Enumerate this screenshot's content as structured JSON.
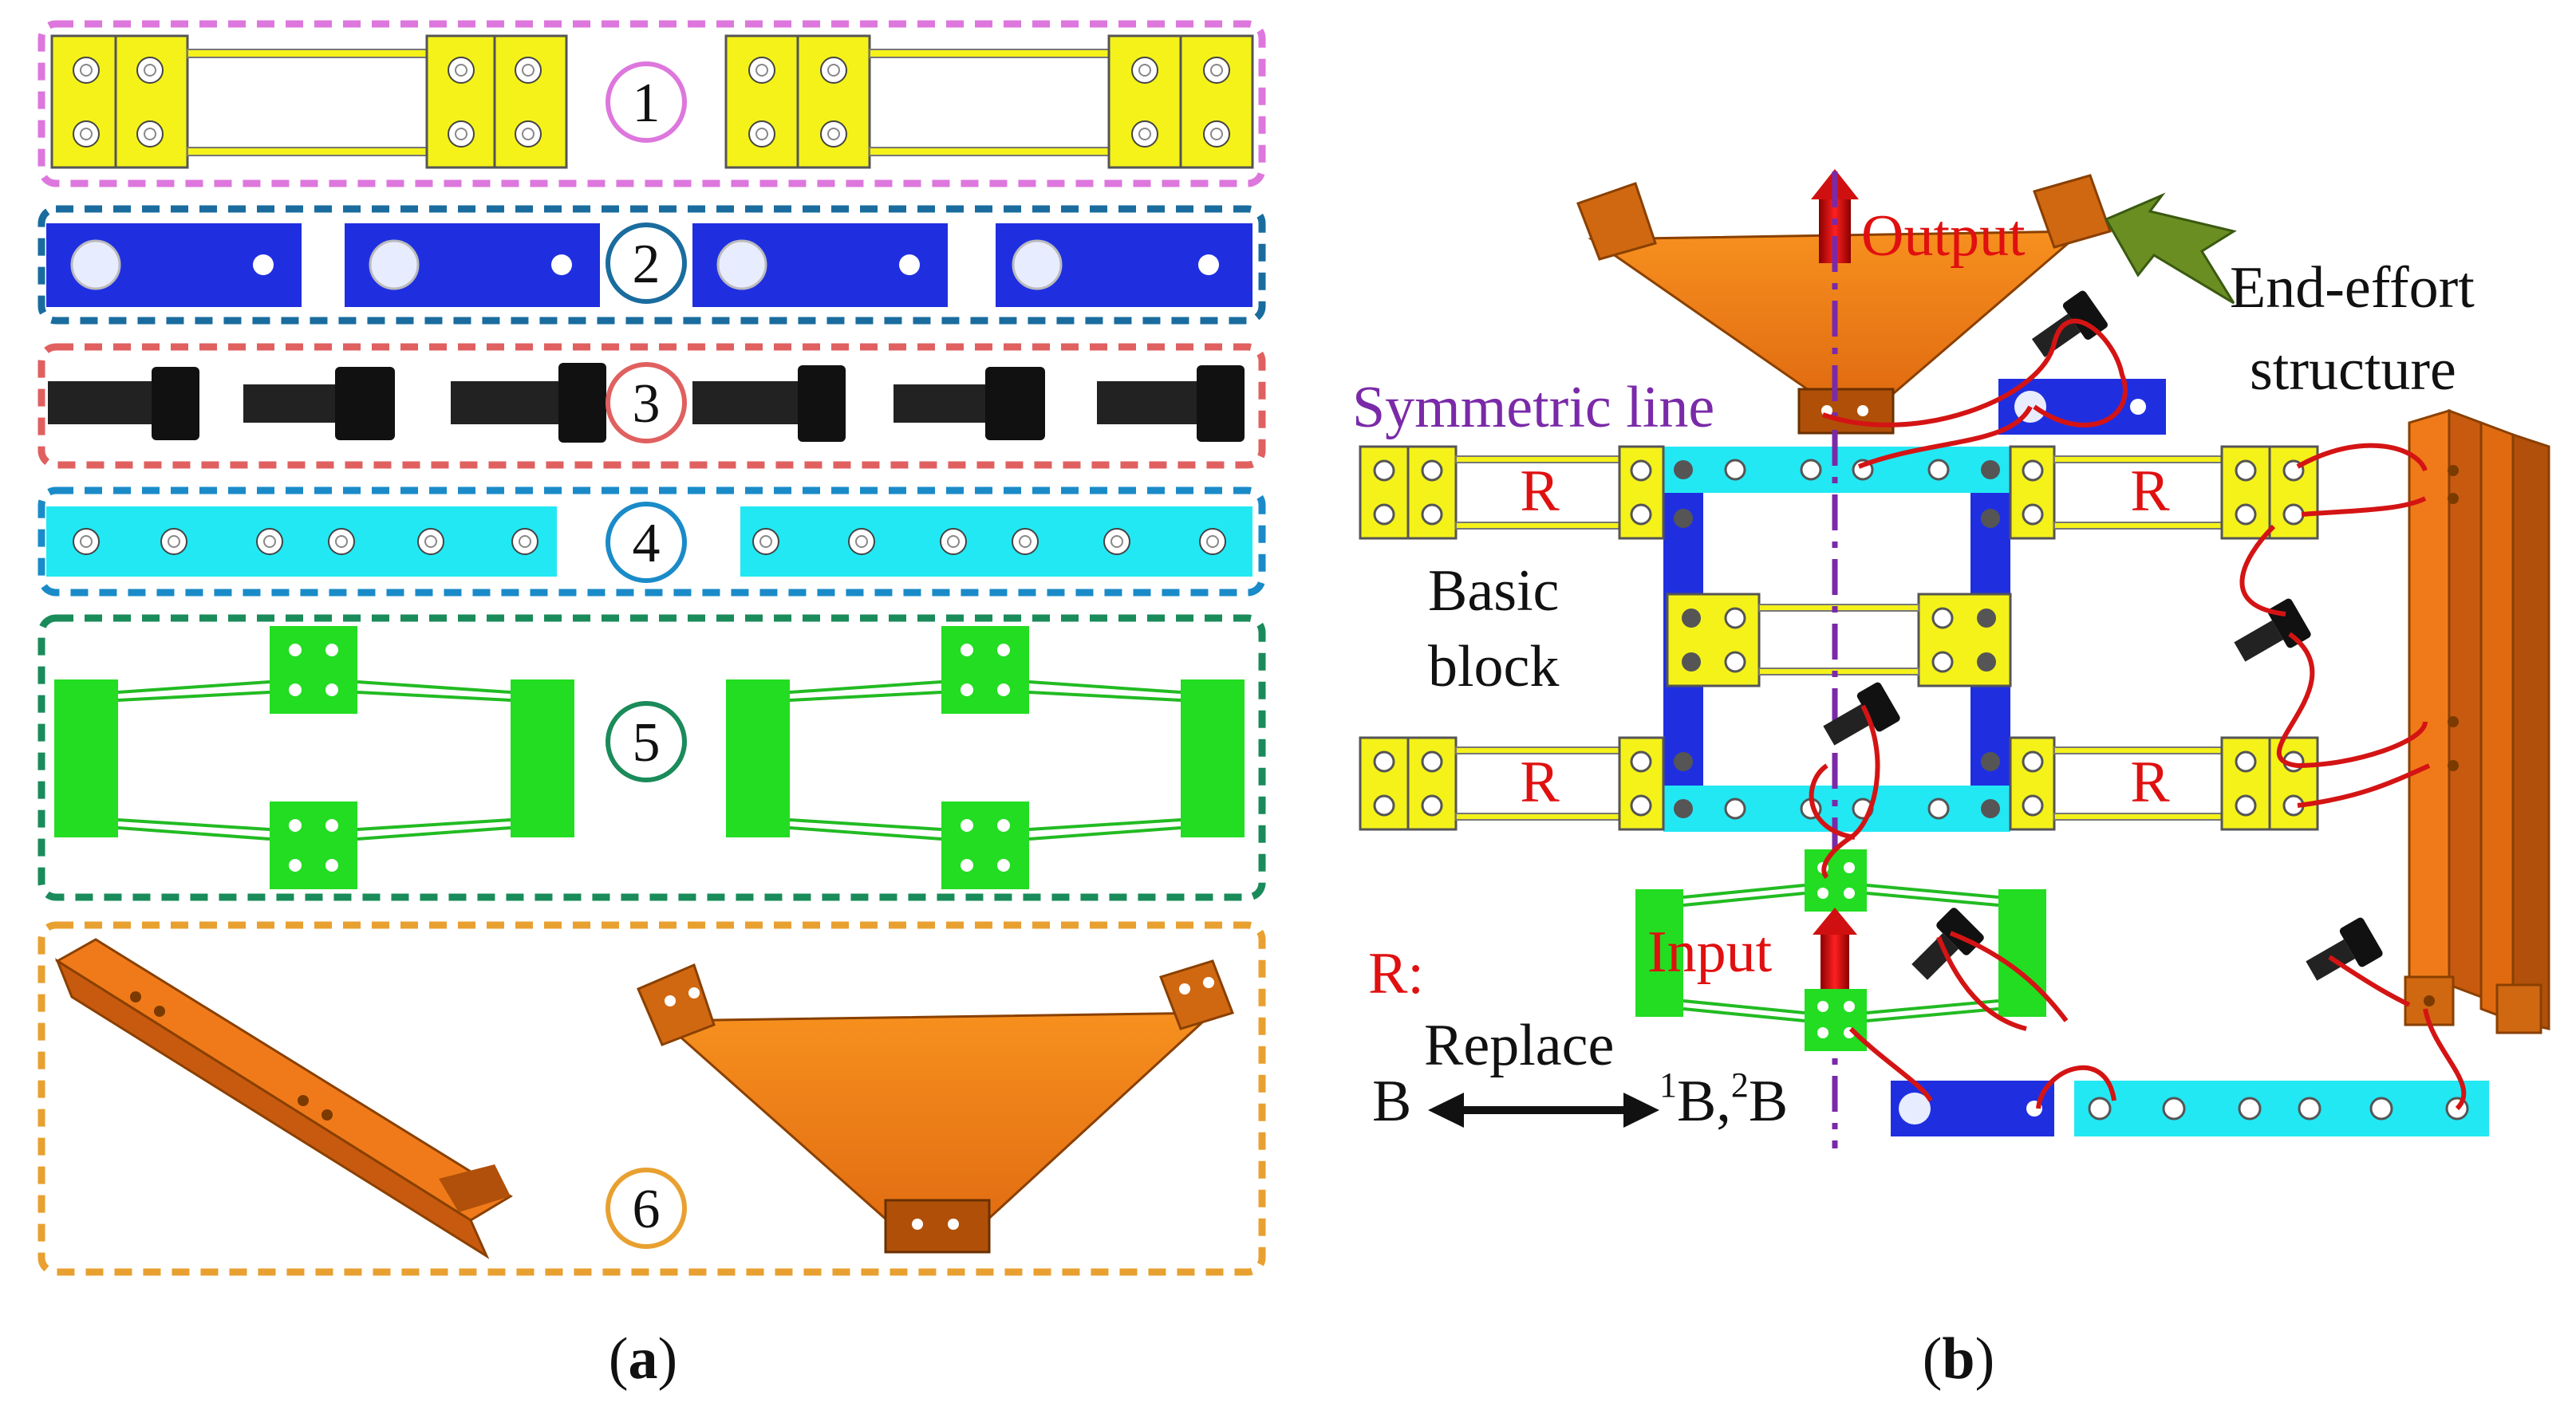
{
  "panel_a": {
    "caption_letter": "a",
    "groups": [
      {
        "number": "1",
        "color": "#dd77dd",
        "part_color": "#f5f21a"
      },
      {
        "number": "2",
        "color": "#1a6c9e",
        "part_color": "#1f2fe0"
      },
      {
        "number": "3",
        "color": "#e06060",
        "part_color": "#111111"
      },
      {
        "number": "4",
        "color": "#1a8bc8",
        "part_color": "#22e8f4"
      },
      {
        "number": "5",
        "color": "#1a8b5a",
        "part_color": "#22dd22"
      },
      {
        "number": "6",
        "color": "#e8a030",
        "part_color": "#f07a1a"
      }
    ]
  },
  "panel_b": {
    "caption_letter": "b",
    "output_label": "Output",
    "end_effort_label_line1": "End-effort",
    "end_effort_label_line2": "structure",
    "symmetric_line_label": "Symmetric line",
    "basic_block_line1": "Basic",
    "basic_block_line2": "block",
    "replace_marker": "R",
    "input_label": "Input",
    "legend_r_key": "R:",
    "legend_replace_word": "Replace",
    "legend_left": "B",
    "legend_right_sup1": "1",
    "legend_right_b1": "B,",
    "legend_right_sup2": "2",
    "legend_right_b2": "B"
  },
  "colors": {
    "yellow": "#f5f21a",
    "blue": "#1f2fe0",
    "cyan": "#22e8f4",
    "green": "#22dd22",
    "orange": "#f07a1a",
    "black": "#111111",
    "wire": "#d41414",
    "label_red": "#e01010",
    "label_purple": "#7a2aa8",
    "arrow_red": "#d01010"
  }
}
